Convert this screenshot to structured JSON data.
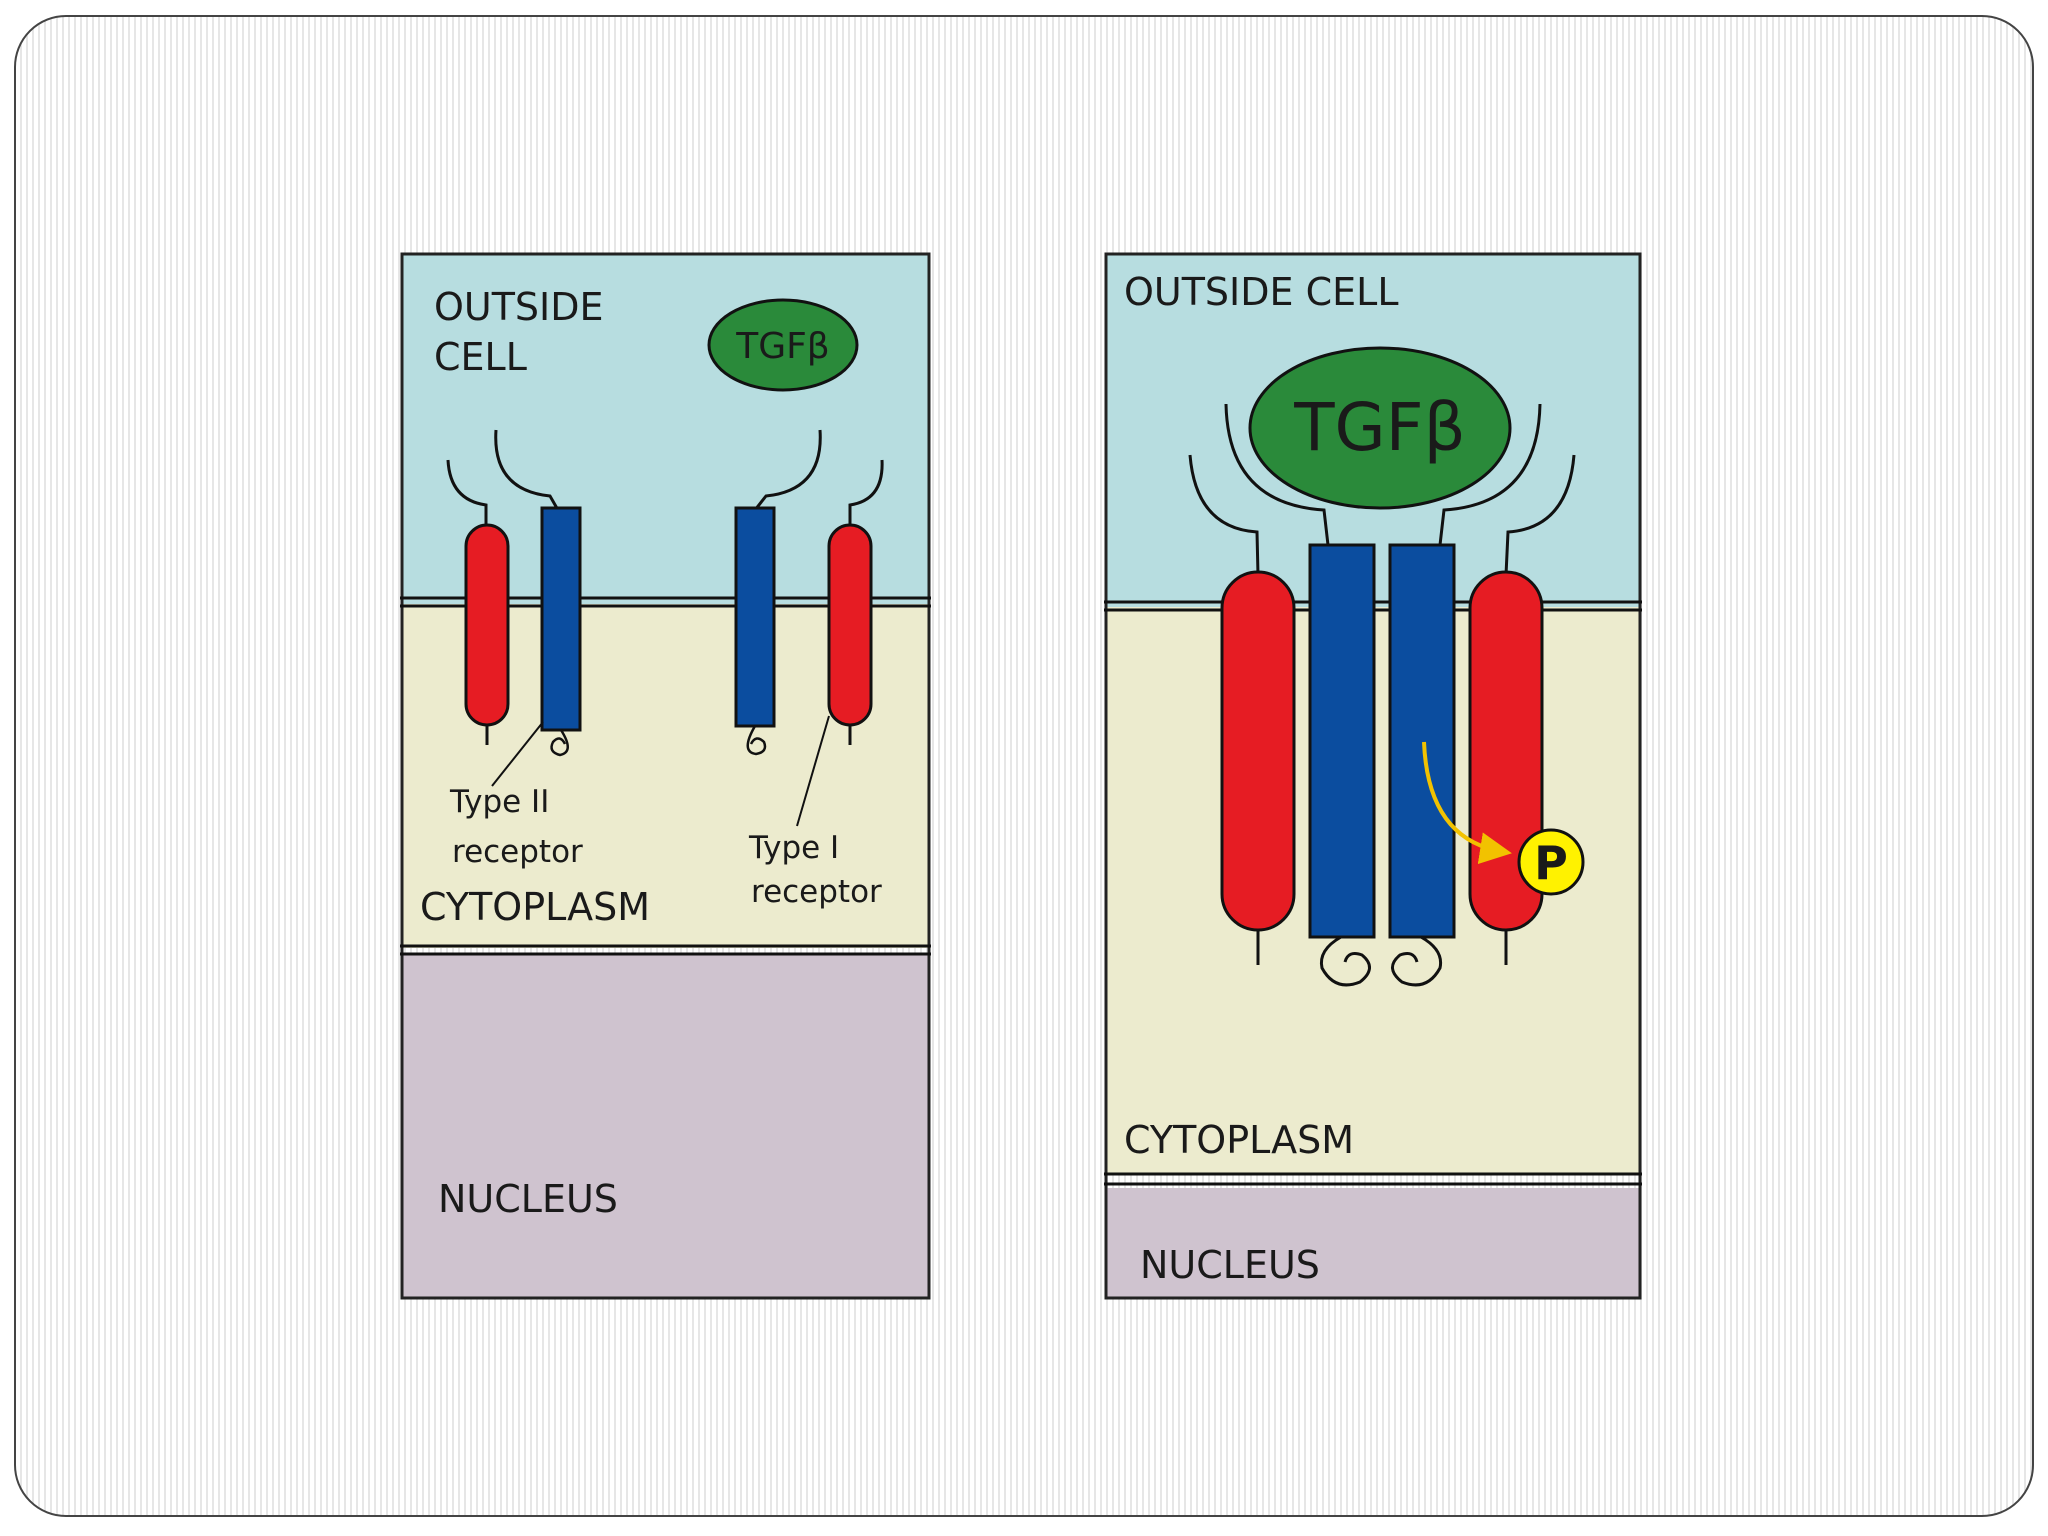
{
  "colors": {
    "outside": "#b7dde0",
    "cytoplasm": "#ecebce",
    "nucleus": "#cfc3cf",
    "type1_receptor": "#e61c23",
    "type2_receptor": "#0b4d9f",
    "ligand": "#2a8a3a",
    "phosphate": "#fff200",
    "arrow": "#f2c200"
  },
  "left_panel": {
    "outside_label_line1": "OUTSIDE",
    "outside_label_line2": "CELL",
    "ligand_label": "TGFβ",
    "type2_label_line1": "Type II",
    "type2_label_line2": "receptor",
    "type1_label_line1": "Type I",
    "type1_label_line2": "receptor",
    "cytoplasm_label": "CYTOPLASM",
    "nucleus_label": "NUCLEUS"
  },
  "right_panel": {
    "outside_label": "OUTSIDE CELL",
    "ligand_label": "TGFβ",
    "phosphate_label": "P",
    "cytoplasm_label": "CYTOPLASM",
    "nucleus_label": "NUCLEUS"
  }
}
